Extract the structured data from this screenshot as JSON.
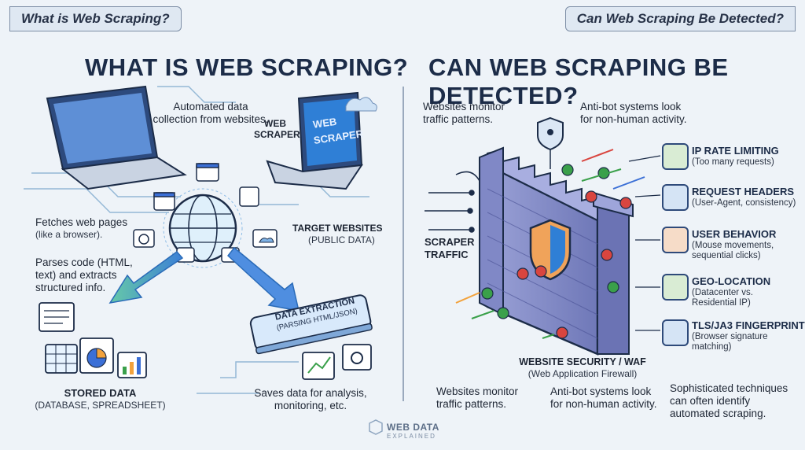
{
  "tabs": {
    "left": "What is Web Scraping?",
    "right": "Can Web Scraping Be Detected?"
  },
  "left": {
    "heading": "WHAT IS WEB SCRAPING?",
    "automated": [
      "Automated data",
      "collection from websites."
    ],
    "scraper_label": [
      "WEB",
      "SCRAPER"
    ],
    "screen_text": [
      "WEB",
      "SCRAPER"
    ],
    "fetches": [
      "Fetches web pages",
      "(like a browser)."
    ],
    "target": [
      "TARGET WEBSITES",
      "(PUBLIC DATA)"
    ],
    "parses": [
      "Parses code (HTML,",
      "text) and extracts",
      "structured info."
    ],
    "extraction": [
      "DATA EXTRACTION",
      "(PARSING HTML/JSON)"
    ],
    "stored": [
      "STORED DATA",
      "(DATABASE, SPREADSHEET)"
    ],
    "saves": [
      "Saves data for analysis,",
      "monitoring, etc."
    ]
  },
  "right": {
    "heading": "CAN WEB SCRAPING BE DETECTED?",
    "monitor_top": [
      "Websites monitor",
      "traffic patterns."
    ],
    "antibot_top": [
      "Anti-bot systems look",
      "for non-human activity."
    ],
    "scraper_traffic": [
      "SCRAPER",
      "TRAFFIC"
    ],
    "waf": [
      "WEBSITE SECURITY / WAF",
      "(Web Application Firewall)"
    ],
    "monitor_bottom": [
      "Websites monitor",
      "traffic patterns."
    ],
    "antibot_bottom": [
      "Anti-bot systems look",
      "for non-human activity."
    ],
    "sophisticated": [
      "Sophisticated techniques",
      "can often identify",
      "automated scraping."
    ],
    "methods": [
      {
        "title": "IP RATE LIMITING",
        "sub": [
          "(Too many requests)"
        ],
        "icon": "ip-icon",
        "color": "#d9ecd4"
      },
      {
        "title": "REQUEST HEADERS",
        "sub": [
          "(User-Agent, consistency)"
        ],
        "icon": "document-icon",
        "color": "#d5e4f5"
      },
      {
        "title": "USER BEHAVIOR",
        "sub": [
          "(Mouse movements,",
          "sequential clicks)"
        ],
        "icon": "user-icon",
        "color": "#f6dcc8"
      },
      {
        "title": "GEO-LOCATION",
        "sub": [
          "(Datacenter vs.",
          "Residential IP)"
        ],
        "icon": "location-pin-icon",
        "color": "#d9ecd4"
      },
      {
        "title": "TLS/JA3 FINGERPRINT",
        "sub": [
          "(Browser signature",
          "matching)"
        ],
        "icon": "fingerprint-icon",
        "color": "#d5e4f5"
      }
    ]
  },
  "footer": {
    "line1": "WEB DATA",
    "line2": "EXPLAINED"
  },
  "colors": {
    "navy": "#1c2c48",
    "teal": "#3fb3a8",
    "blue": "#3b6fd6",
    "wall": "#8b93c9",
    "red": "#d9453f",
    "green": "#3aa04a"
  }
}
